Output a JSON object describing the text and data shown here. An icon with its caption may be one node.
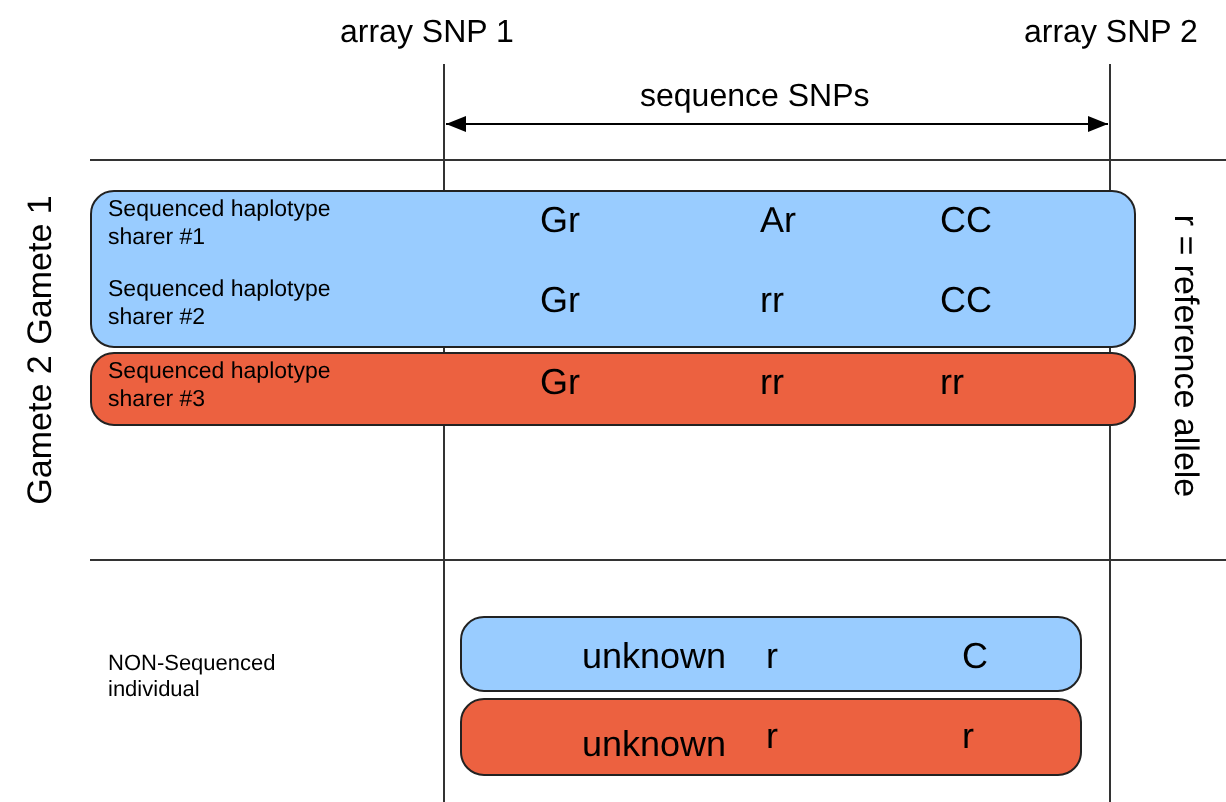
{
  "diagram": {
    "nodes": [
      {
        "text": [
          "Sequenced haplotype sharer #1",
          "Gr",
          "Ar",
          "CC",
          "Sequenced haplotype sharer #2",
          "Gr",
          "rr",
          "CC"
        ]
      },
      {
        "text": [
          "Sequenced haplotype sharer #3",
          "Gr",
          "rr",
          "rr"
        ]
      },
      {
        "text": [
          "unknown",
          "r",
          "C"
        ]
      },
      {
        "text": [
          "unknown",
          "r",
          "r"
        ]
      }
    ],
    "edges": [],
    "labels": [
      "array SNP 1",
      "array SNP 2",
      "sequence SNPs",
      "Gamete 1",
      "Gamete 2",
      "r = reference allele",
      "NON-Sequenced individual"
    ]
  }
}
